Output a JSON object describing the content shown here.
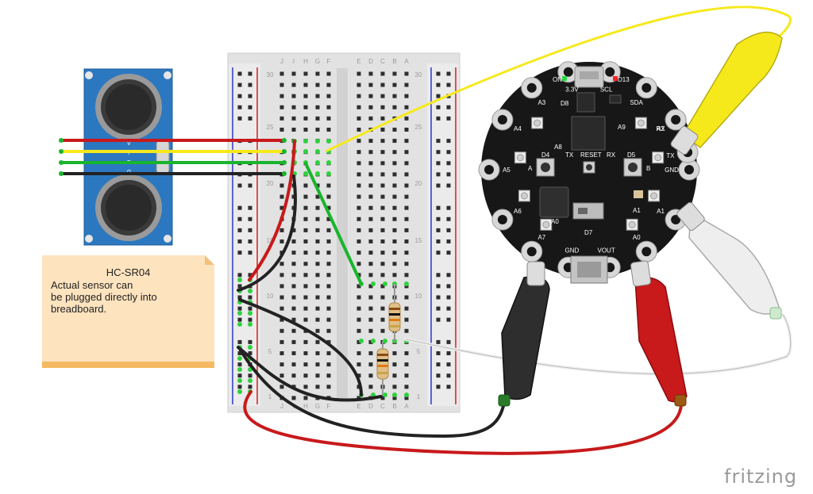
{
  "note": {
    "title": "HC-SR04",
    "lines": [
      "Actual sensor can",
      "be plugged directly into",
      "breadboard."
    ]
  },
  "breadboard": {
    "columns_left": [
      "J",
      "I",
      "H",
      "G",
      "F"
    ],
    "columns_right": [
      "E",
      "D",
      "C",
      "B",
      "A"
    ],
    "row_numbers": [
      "30",
      "25",
      "20",
      "15",
      "10",
      "5",
      "1"
    ]
  },
  "board": {
    "pad_labels": [
      "A2",
      "GND",
      "A1",
      "A0",
      "VOUT",
      "GND",
      "A7",
      "A6",
      "A5",
      "A4",
      "A3",
      "3.3V",
      "SCL",
      "SDA",
      "RX",
      "TX"
    ],
    "component_labels": [
      "D4",
      "TX",
      "RESET",
      "RX",
      "D5",
      "A",
      "B",
      "A8",
      "A9",
      "D7",
      "D8",
      "D13",
      "ON",
      "A0",
      "A1"
    ]
  },
  "sensor": {
    "pin_labels": [
      "V",
      "T",
      "E",
      "G"
    ]
  },
  "colors": {
    "red": "#c8191b",
    "yellow": "#f6e91b",
    "green": "#19b52c",
    "black": "#222222",
    "white": "#eeeeee",
    "board": "#171717",
    "sensor_blue": "#2c78c0",
    "breadboard": "#e4e4e4"
  },
  "brand": "fritzing"
}
